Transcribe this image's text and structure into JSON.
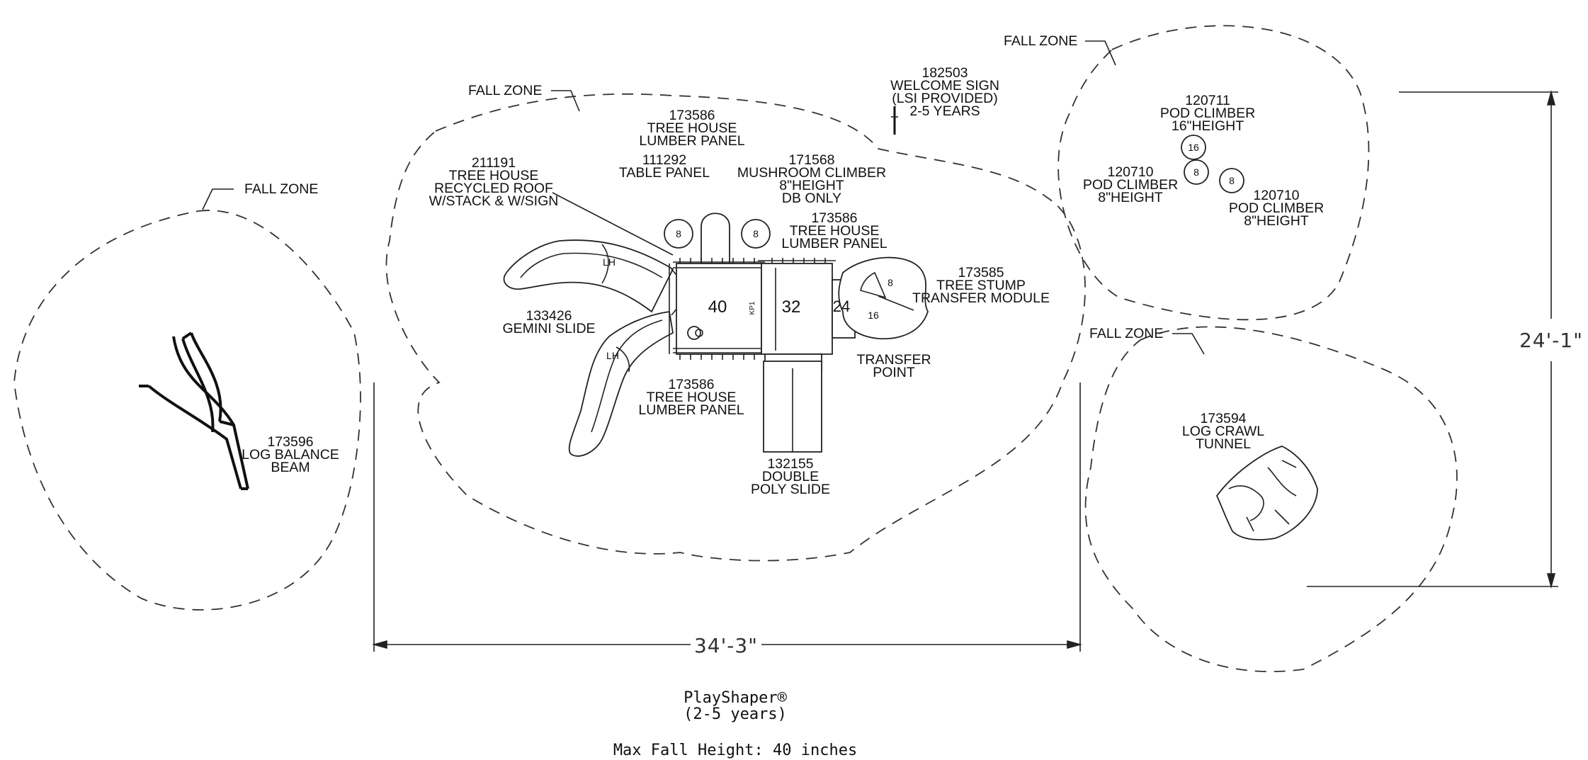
{
  "fall_zone_label": "FALL ZONE",
  "components": {
    "log_balance_beam": [
      "173596",
      "LOG BALANCE",
      "BEAM"
    ],
    "gemini_slide": [
      "133426",
      "GEMINI SLIDE"
    ],
    "recycled_roof": [
      "211191",
      "TREE HOUSE",
      "RECYCLED ROOF",
      "W/STACK & W/SIGN"
    ],
    "lumber_panel_top": [
      "173586",
      "TREE HOUSE",
      "LUMBER PANEL"
    ],
    "table_panel": [
      "111292",
      "TABLE PANEL"
    ],
    "mushroom_climber": [
      "171568",
      "MUSHROOM CLIMBER",
      "8\"HEIGHT",
      "DB ONLY"
    ],
    "lumber_panel_mid": [
      "173586",
      "TREE HOUSE",
      "LUMBER PANEL"
    ],
    "welcome_sign": [
      "182503",
      "WELCOME SIGN",
      "(LSI PROVIDED)",
      "2-5 YEARS"
    ],
    "tree_stump_transfer": [
      "173585",
      "TREE STUMP",
      "TRANSFER MODULE"
    ],
    "transfer_point": [
      "TRANSFER",
      "POINT"
    ],
    "lumber_panel_bottom": [
      "173586",
      "TREE HOUSE",
      "LUMBER PANEL"
    ],
    "double_poly_slide": [
      "132155",
      "DOUBLE",
      "POLY SLIDE"
    ],
    "pod_climber_16": [
      "120711",
      "POD CLIMBER",
      "16\"HEIGHT"
    ],
    "pod_climber_8_left": [
      "120710",
      "POD CLIMBER",
      "8\"HEIGHT"
    ],
    "pod_climber_8_right": [
      "120710",
      "POD CLIMBER",
      "8\"HEIGHT"
    ],
    "log_crawl_tunnel": [
      "173594",
      "LOG CRAWL",
      "TUNNEL"
    ]
  },
  "deck_heights": {
    "deck_a": "40",
    "deck_b": "32",
    "deck_c": "24",
    "stump_top": "8",
    "stump_bottom": "16",
    "climber_left": "8",
    "climber_right": "8",
    "pod_16": "16",
    "pod_8_left": "8",
    "pod_8_right": "8"
  },
  "small_marks": {
    "slide_hand_upper": "LH",
    "slide_hand_lower": "LH",
    "kp_mark": "KP1"
  },
  "dimensions": {
    "width": "34'-3\"",
    "height": "24'-1\""
  },
  "footer": {
    "product": "PlayShaper®",
    "age": "(2-5 years)",
    "max_fall_height": "Max Fall Height: 40 inches"
  }
}
